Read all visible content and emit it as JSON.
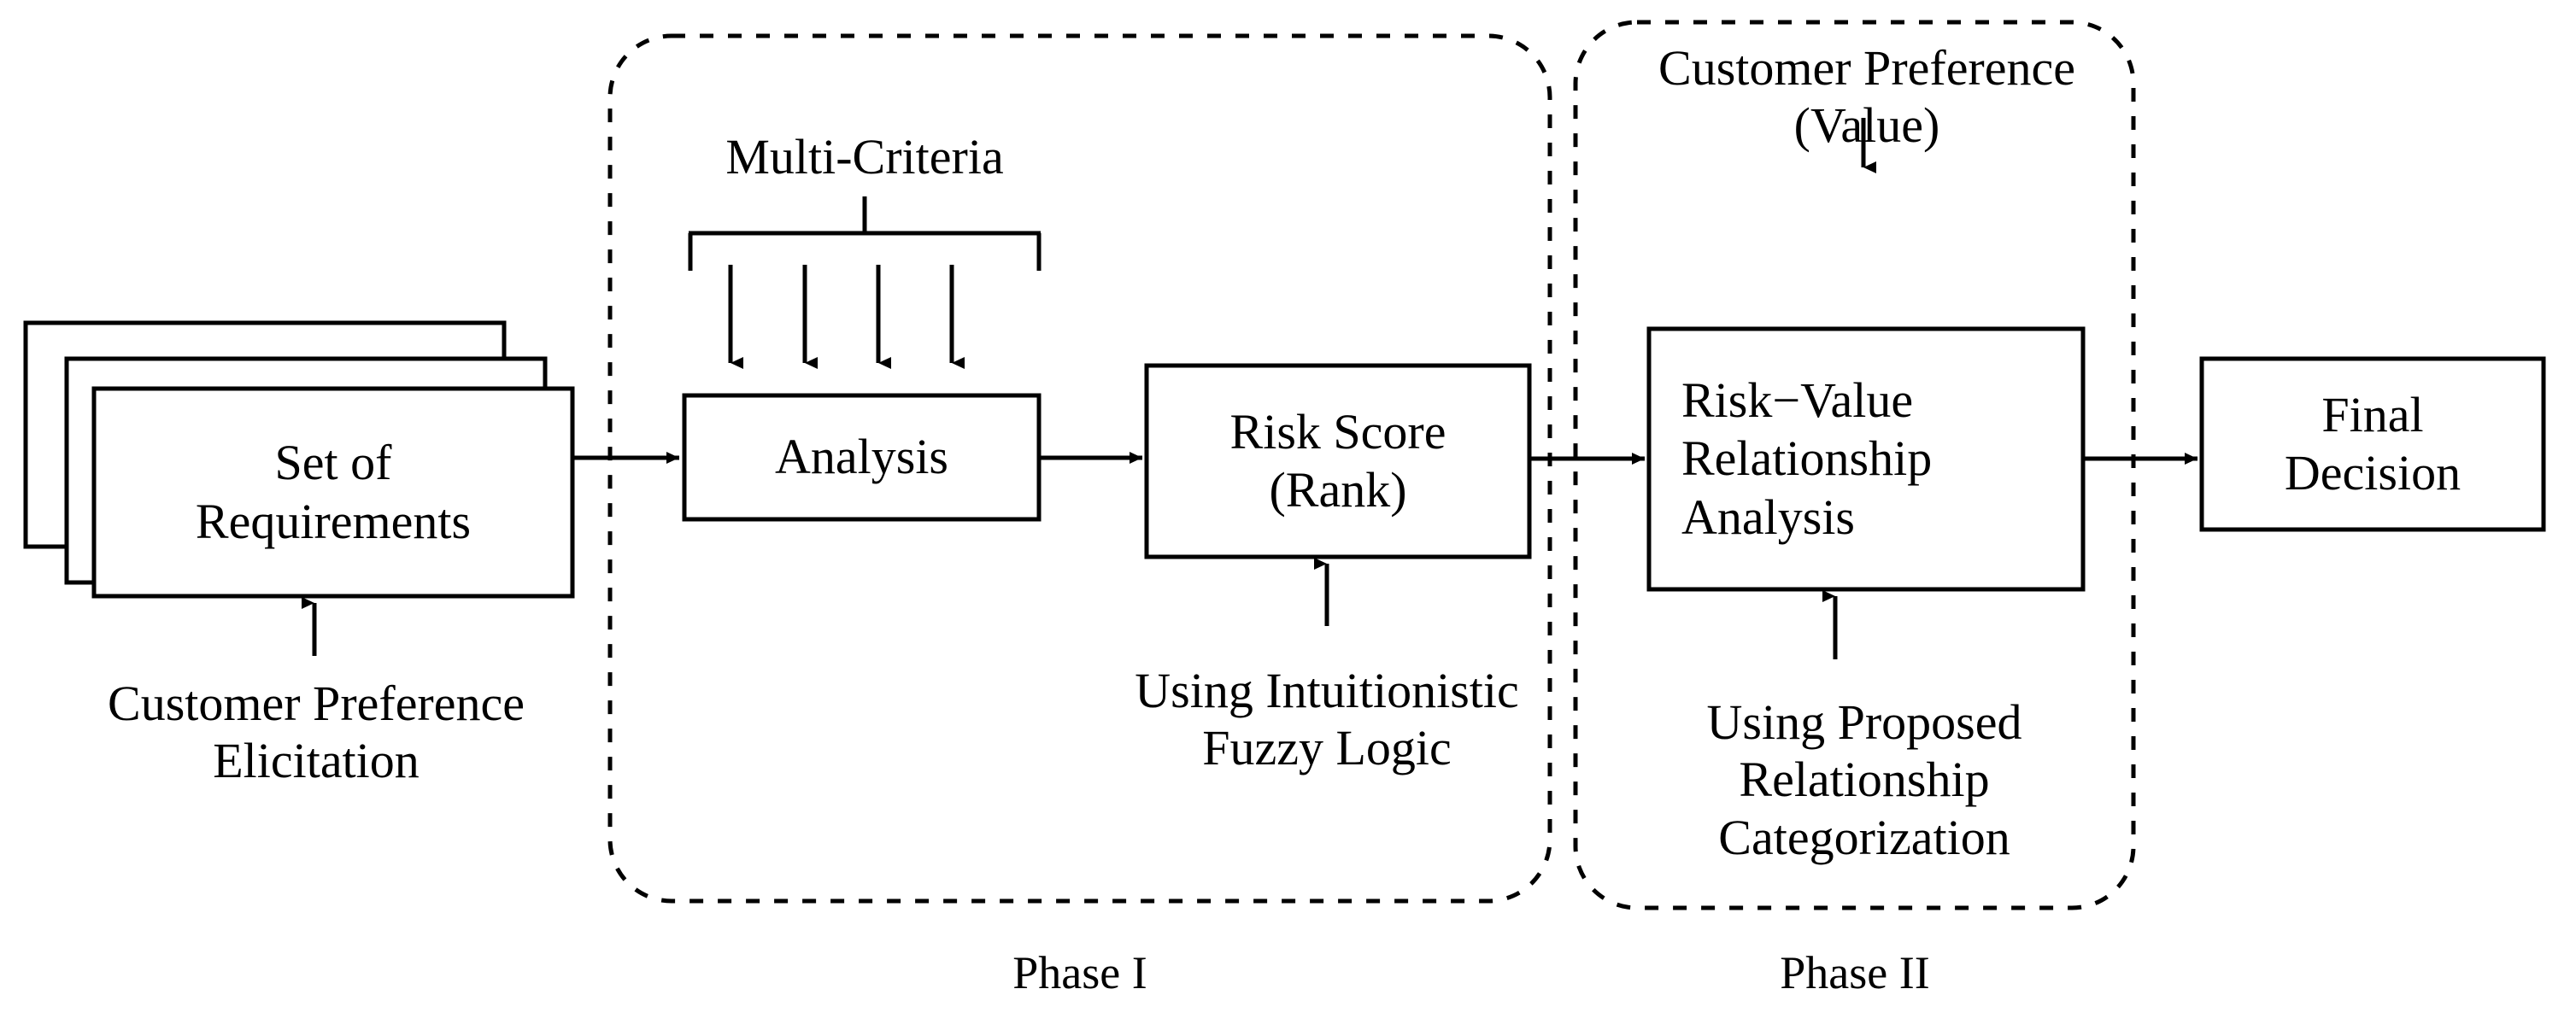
{
  "diagram": {
    "title": "Two-phase requirement risk and value decision framework",
    "stroke_color": "#000000",
    "background_color": "#ffffff"
  },
  "nodes": {
    "set_of_requirements": "Set of\nRequirements",
    "analysis": "Analysis",
    "risk_score": "Risk Score\n(Rank)",
    "risk_value_relationship_analysis": "Risk−Value\nRelationship\nAnalysis",
    "final_decision": "Final\nDecision"
  },
  "annotations": {
    "customer_preference_elicitation": "Customer Preference\nElicitation",
    "multi_criteria": "Multi-Criteria",
    "using_intuitionistic_fuzzy_logic": "Using Intuitionistic\nFuzzy Logic",
    "customer_preference_value": "Customer Preference\n(Value)",
    "using_proposed_relationship_categorization": "Using Proposed\nRelationship\nCategorization"
  },
  "phases": {
    "phase_one_label": "Phase I",
    "phase_two_label": "Phase II"
  }
}
